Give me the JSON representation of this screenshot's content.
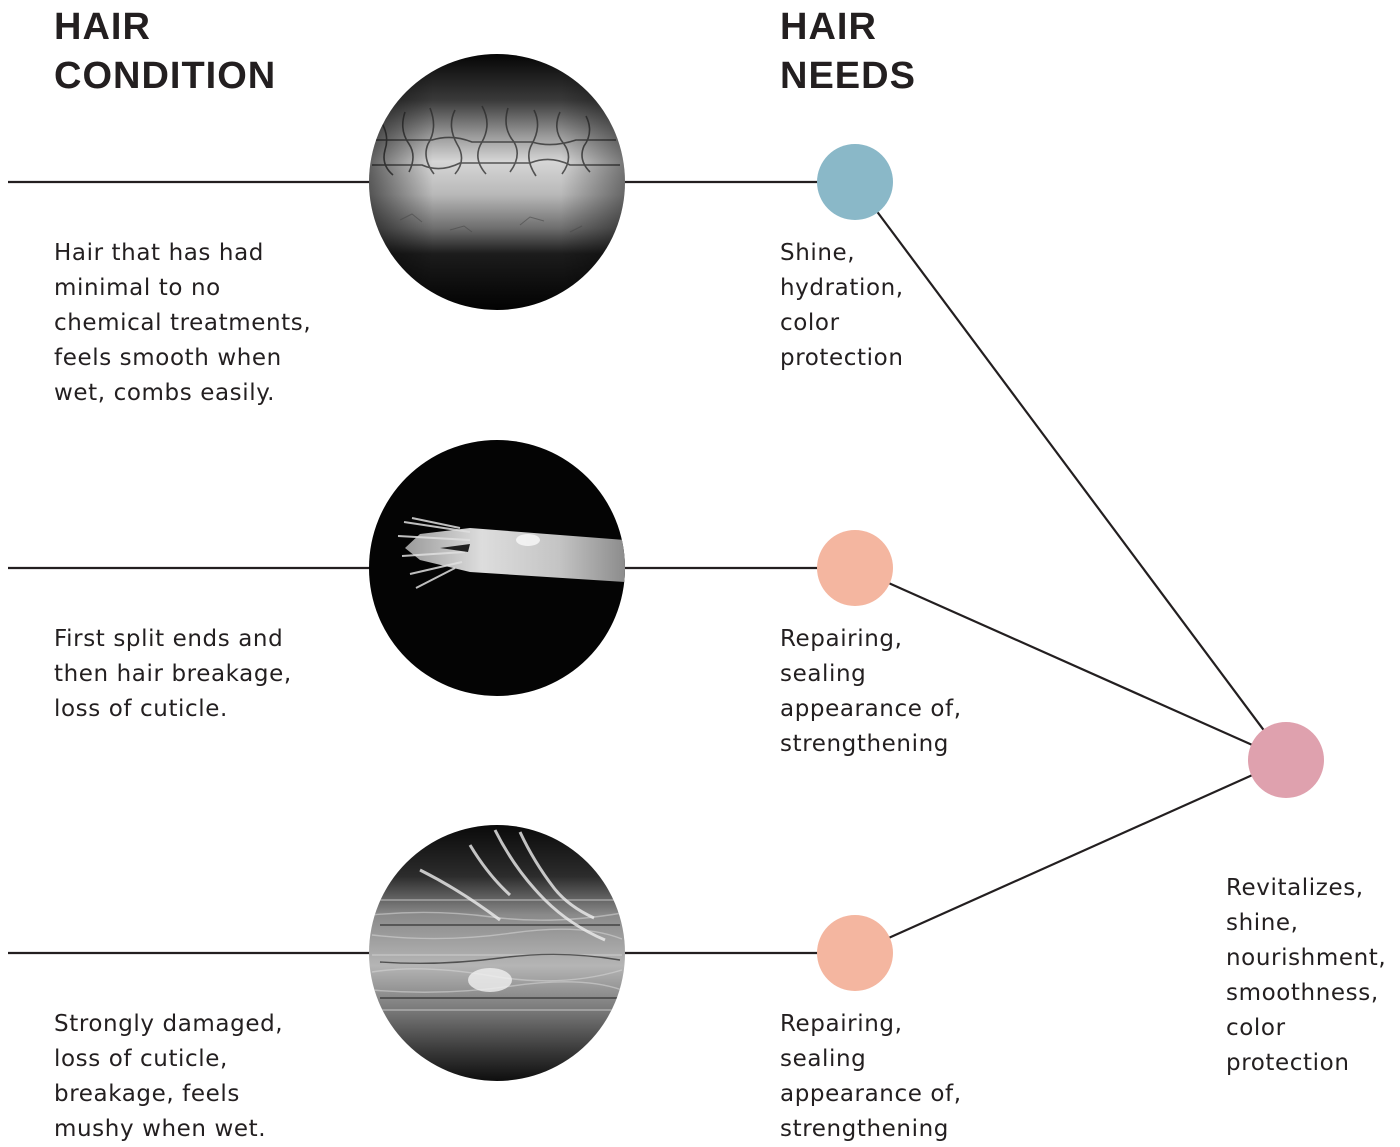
{
  "headings": {
    "condition": [
      "HAIR",
      "CONDITION"
    ],
    "needs": [
      "HAIR",
      "NEEDS"
    ]
  },
  "rows": [
    {
      "condition_lines": [
        "Hair that has had",
        "minimal to no",
        "chemical treatments,",
        "feels smooth when",
        "wet, combs easily."
      ],
      "needs_lines": [
        "Shine,",
        "hydration,",
        "color",
        "protection"
      ],
      "needs_color": "#8ab8c8",
      "micrograph": "healthy-hair-micrograph"
    },
    {
      "condition_lines": [
        "First split ends and",
        "then hair breakage,",
        "loss of cuticle."
      ],
      "needs_lines": [
        "Repairing,",
        "sealing",
        "appearance of,",
        "strengthening"
      ],
      "needs_color": "#f4b6a0",
      "micrograph": "split-end-micrograph"
    },
    {
      "condition_lines": [
        "Strongly damaged,",
        "loss of cuticle,",
        "breakage, feels",
        "mushy when wet."
      ],
      "needs_lines": [
        "Repairing,",
        "sealing",
        "appearance of,",
        "strengthening"
      ],
      "needs_color": "#f4b6a0",
      "micrograph": "damaged-hair-micrograph"
    }
  ],
  "result": {
    "lines": [
      "Revitalizes,",
      "shine,",
      "nourishment,",
      "smoothness,",
      "color",
      "protection"
    ],
    "color": "#dfa1ae"
  },
  "colors": {
    "line": "#231f20",
    "text": "#231f20",
    "background": "#ffffff"
  }
}
